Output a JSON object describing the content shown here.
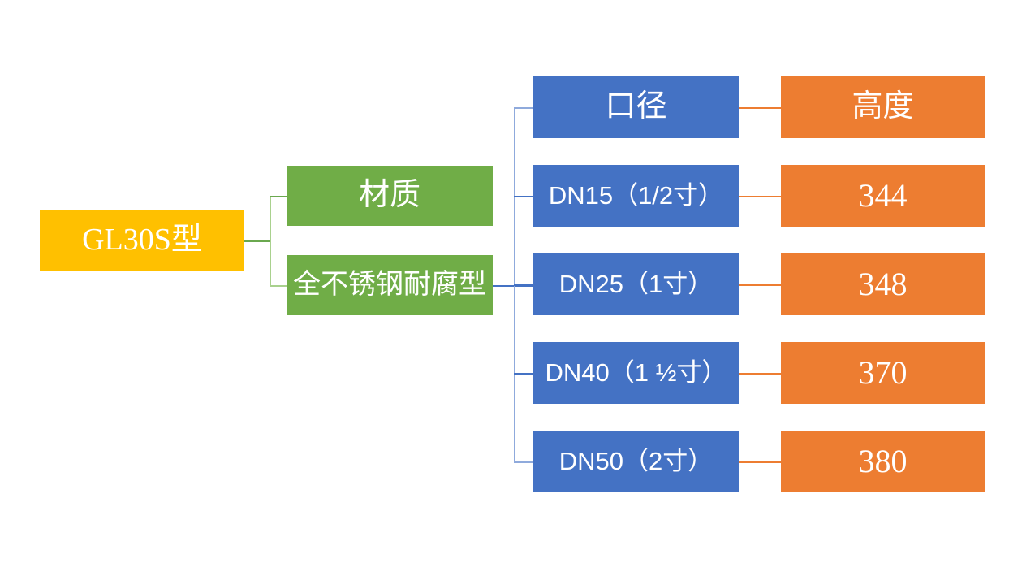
{
  "diagram": {
    "type": "org-chart",
    "colors": {
      "root": "#ffc000",
      "level2": "#70ad47",
      "level3": "#4472c4",
      "level4": "#ed7d31",
      "connector_green": "#a9d18e",
      "connector_blue": "#8faadc",
      "connector_orange": "#ed7d31",
      "text": "#ffffff",
      "background": "#ffffff"
    },
    "root": {
      "label": "GL30S型"
    },
    "material_branch": {
      "header": "材质",
      "value": "全不锈钢耐腐型"
    },
    "table": {
      "headers": {
        "caliber": "口径",
        "height": "高度"
      },
      "rows": [
        {
          "caliber": "DN15（1/2寸）",
          "height": "344"
        },
        {
          "caliber": "DN25（1寸）",
          "height": "348"
        },
        {
          "caliber": "DN40（1 ½寸）",
          "height": "370"
        },
        {
          "caliber": "DN50（2寸）",
          "height": "380"
        }
      ]
    }
  }
}
